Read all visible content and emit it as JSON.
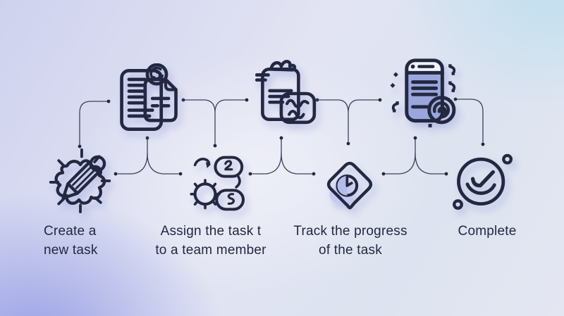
{
  "steps": [
    {
      "id": "create",
      "icon": "pencil-scribble-icon",
      "lines": [
        "Create a",
        "new task"
      ]
    },
    {
      "id": "assign",
      "icon": "gear-chat-icon",
      "lines": [
        "Assign the task t",
        "to a team member"
      ]
    },
    {
      "id": "track",
      "icon": "clock-tag-icon",
      "lines": [
        "Track the progress",
        "of the task"
      ]
    },
    {
      "id": "complete",
      "icon": "check-circle-icon",
      "lines": [
        "Complete"
      ]
    }
  ],
  "top_icons": [
    {
      "id": "documents",
      "icon": "notes-documents-icon"
    },
    {
      "id": "attachment",
      "icon": "document-image-icon"
    },
    {
      "id": "sync",
      "icon": "phone-sync-icon"
    }
  ],
  "colors": {
    "ink": "#232840",
    "fill_light": "#d7dcf6",
    "fill_lighter": "#e8ebfa",
    "fill_mid": "#b2bdea",
    "fill_deep": "#9aa7dc",
    "paper": "#f1f3fb",
    "connector": "#3d4258",
    "bg_top_left": "#d3d5ef",
    "bg_top_right": "#d2e4ee",
    "bg_bottom_left": "#a9afe8",
    "bg_bottom_right": "#e4e6f1"
  }
}
